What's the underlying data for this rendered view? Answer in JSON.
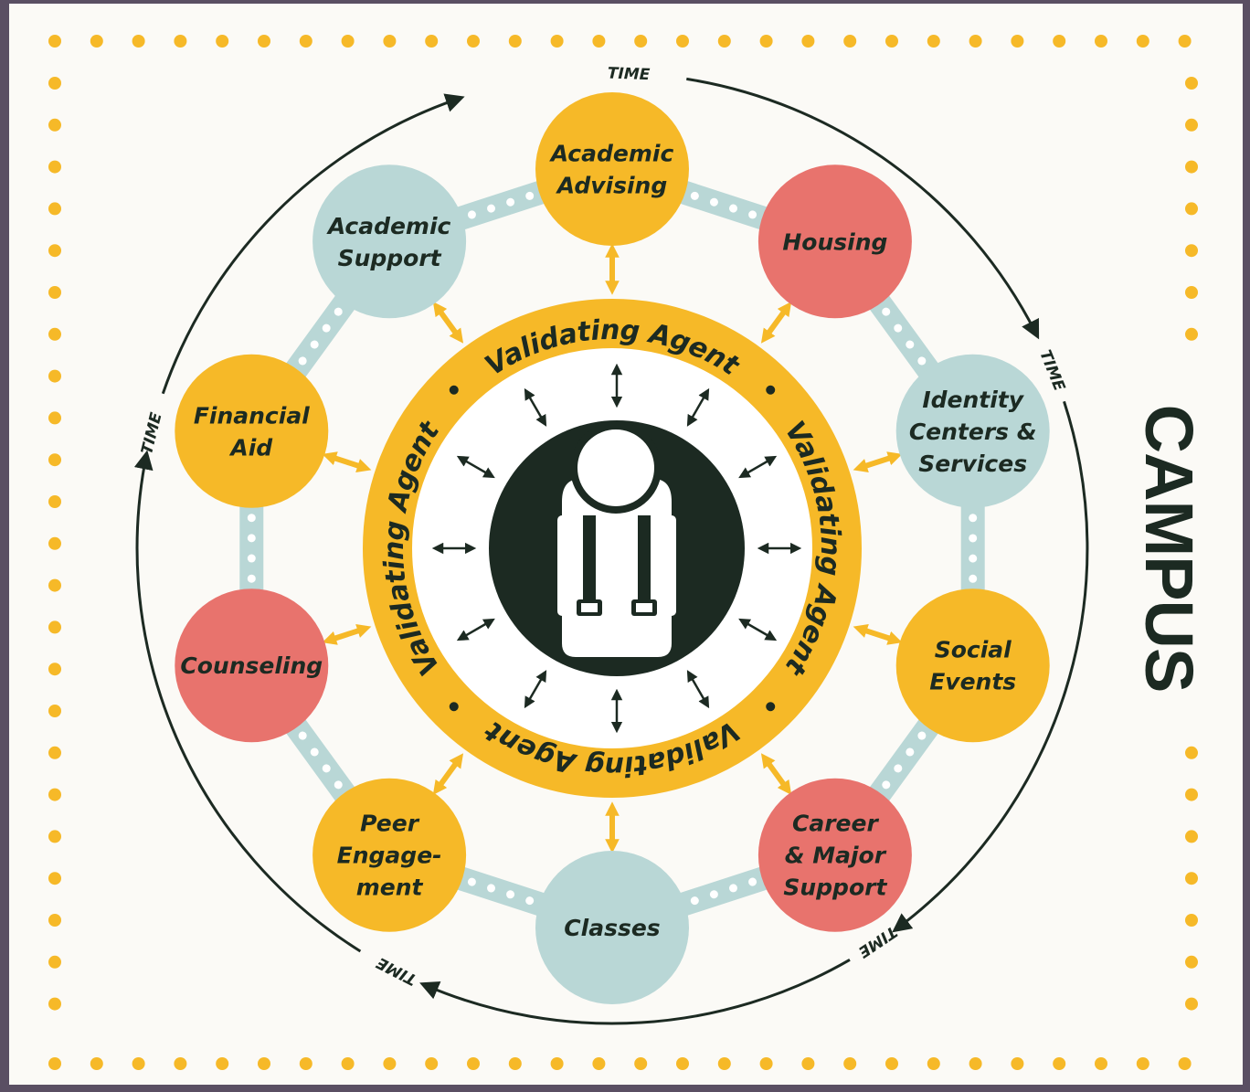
{
  "campus_label": "CAMPUS",
  "ring_labels": [
    "Validating Agent",
    "Validating Agent",
    "Validating Agent",
    "Validating Agent"
  ],
  "time_labels": [
    "TIME",
    "TIME",
    "TIME",
    "TIME",
    "TIME"
  ],
  "services": [
    {
      "id": "academic-advising",
      "lines": [
        "Academic",
        "Advising"
      ],
      "color": "#f6b928"
    },
    {
      "id": "housing",
      "lines": [
        "Housing"
      ],
      "color": "#e8736d"
    },
    {
      "id": "identity-centers",
      "lines": [
        "Identity",
        "Centers &",
        "Services"
      ],
      "color": "#b9d7d6"
    },
    {
      "id": "social-events",
      "lines": [
        "Social",
        "Events"
      ],
      "color": "#f6b928"
    },
    {
      "id": "career-major-support",
      "lines": [
        "Career",
        "& Major",
        "Support"
      ],
      "color": "#e8736d"
    },
    {
      "id": "classes",
      "lines": [
        "Classes"
      ],
      "color": "#b9d7d6"
    },
    {
      "id": "peer-engagement",
      "lines": [
        "Peer",
        "Engage-",
        "ment"
      ],
      "color": "#f6b928"
    },
    {
      "id": "counseling",
      "lines": [
        "Counseling"
      ],
      "color": "#e8736d"
    },
    {
      "id": "financial-aid",
      "lines": [
        "Financial",
        "Aid"
      ],
      "color": "#f6b928"
    },
    {
      "id": "academic-support",
      "lines": [
        "Academic",
        "Support"
      ],
      "color": "#b9d7d6"
    }
  ],
  "colors": {
    "gold": "#f6b928",
    "coral": "#e8736d",
    "teal": "#b9d7d6",
    "dark": "#1c2a22",
    "frame": "#5a4f63",
    "paper": "#fbfaf6"
  },
  "icons": {
    "center": "student-backpack-icon"
  }
}
